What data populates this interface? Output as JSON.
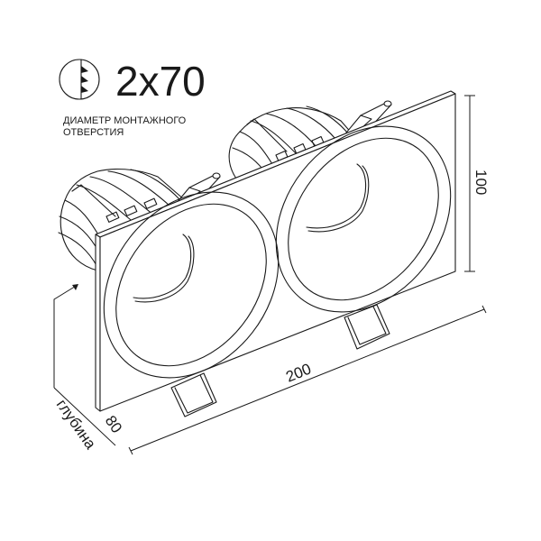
{
  "header": {
    "icon": "recessed-hole-diameter-icon",
    "value": "2x70",
    "caption_line1": "ДИАМЕТР МОНТАЖНОГО",
    "caption_line2": "ОТВЕРСТИЯ"
  },
  "dimensions": {
    "height": "100",
    "width": "200",
    "depth": "80",
    "depth_label": "глубина"
  },
  "colors": {
    "line": "#1a1a1a",
    "background": "#ffffff"
  }
}
